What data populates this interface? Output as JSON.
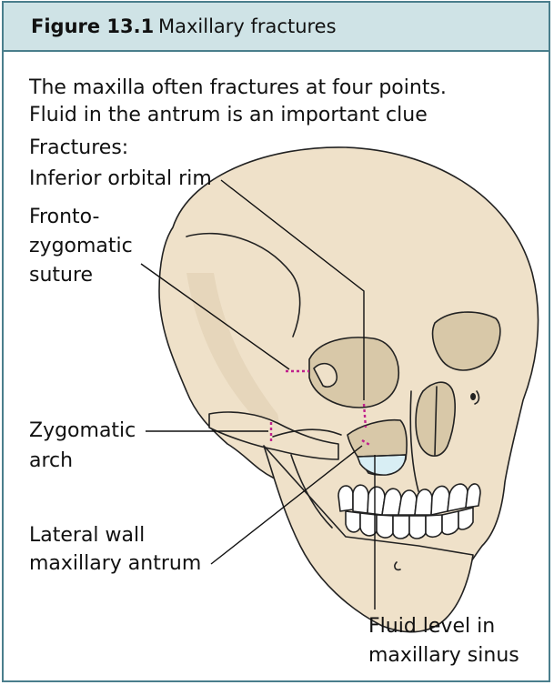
{
  "figure": {
    "number": "Figure 13.1",
    "title": "Maxillary fractures"
  },
  "intro": {
    "line1": "The maxilla often fractures at four points.",
    "line2": "Fluid in the antrum is an important clue"
  },
  "fractures_heading": "Fractures:",
  "labels": {
    "inferior_orbital_rim": "Inferior orbital rim",
    "frontozygomatic_1": "Fronto-",
    "frontozygomatic_2": "zygomatic",
    "frontozygomatic_3": "suture",
    "zygomatic_arch_1": "Zygomatic",
    "zygomatic_arch_2": "arch",
    "lateral_wall_1": "Lateral wall",
    "lateral_wall_2": "maxillary antrum",
    "fluid_level_1": "Fluid level in",
    "fluid_level_2": "maxillary sinus"
  },
  "colors": {
    "border": "#4a7e8c",
    "header_bg": "#cfe3e6",
    "bone": "#efe1c9",
    "bone_shadow": "#d6c7ae",
    "fracture": "#c0208c",
    "fluid": "#d8eef4",
    "outline": "#222222"
  }
}
